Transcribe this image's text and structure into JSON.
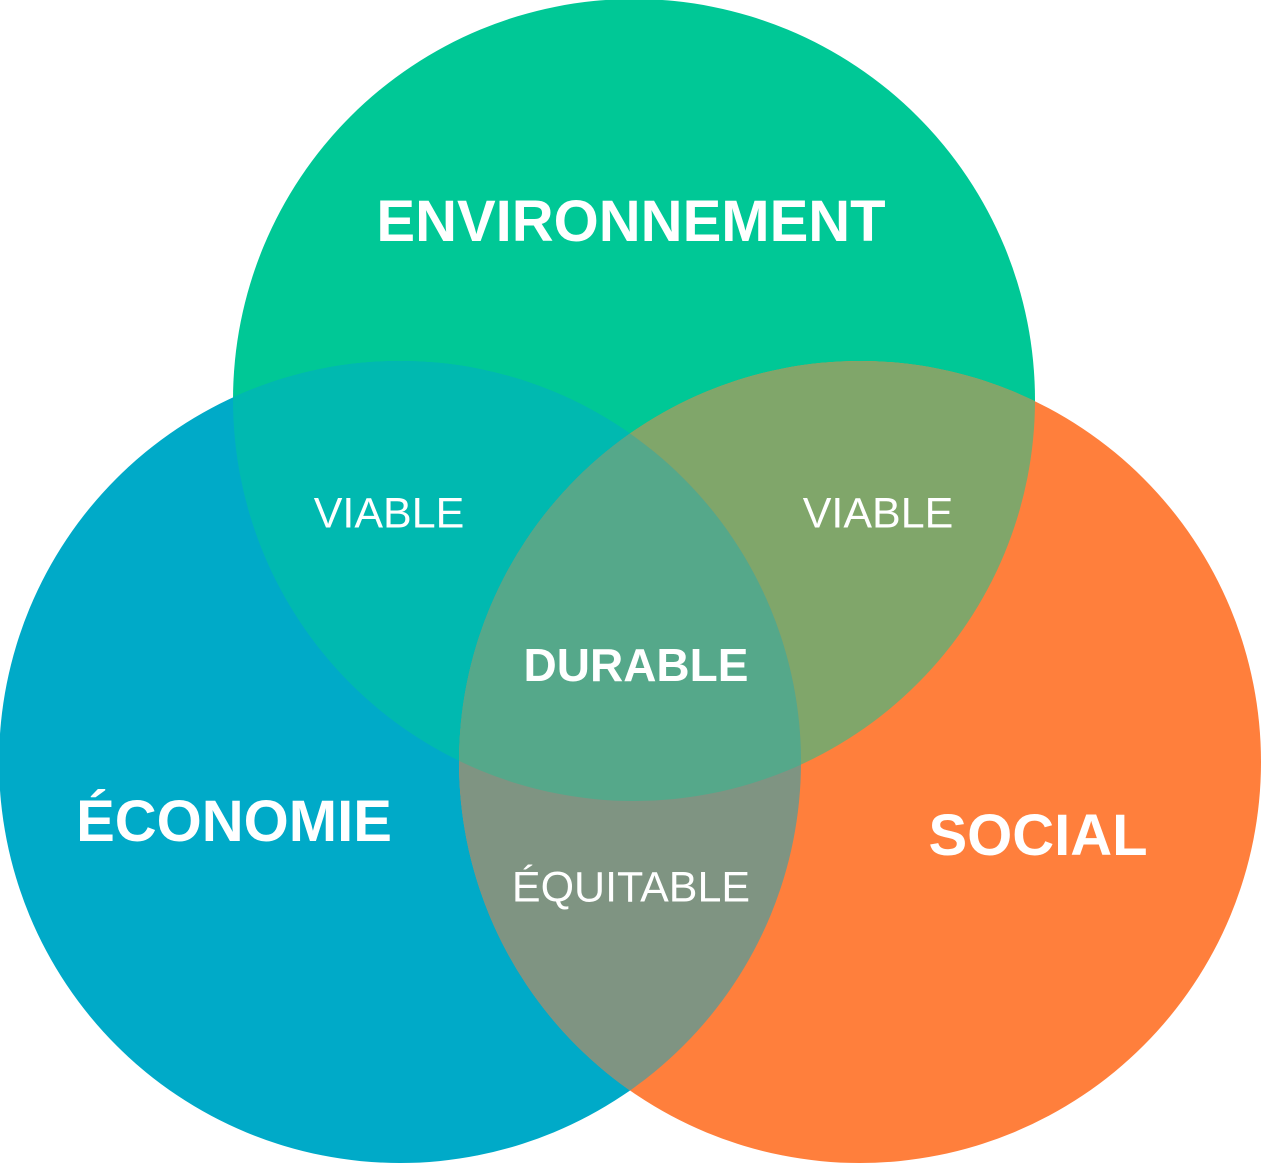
{
  "diagram": {
    "type": "venn",
    "circles": [
      {
        "id": "environnement",
        "label": "ENVIRONNEMENT",
        "color": "#00C896"
      },
      {
        "id": "economie",
        "label": "ÉCONOMIE",
        "color": "#00AAC8"
      },
      {
        "id": "social",
        "label": "SOCIAL",
        "color": "#FF7F3C"
      }
    ],
    "intersections": {
      "environnement_economie": {
        "label": "VIABLE",
        "color": "#00B9B0"
      },
      "environnement_social": {
        "label": "VIABLE",
        "color": "#80A66A"
      },
      "economie_social": {
        "label": "ÉQUITABLE",
        "color": "#7F9482"
      },
      "all_three": {
        "label": "DURABLE",
        "color": "#55A88A"
      }
    }
  }
}
